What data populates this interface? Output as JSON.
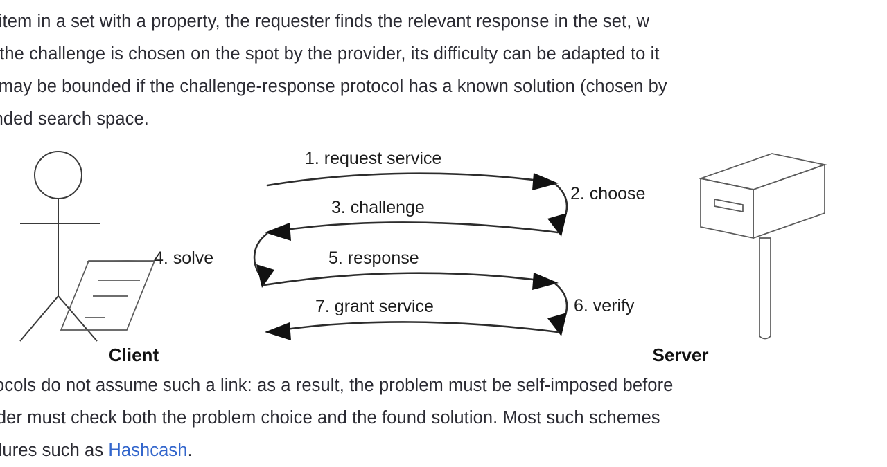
{
  "article": {
    "top_paragraph_lines": [
      "an item in a set with a property, the requester finds the relevant response in the set, w",
      "As the challenge is chosen on the spot by the provider, its difficulty can be adapted to it",
      "de may be bounded if the challenge-response protocol has a known solution (chosen by",
      "ounded search space."
    ],
    "bottom_paragraph_lines": [
      "rotocols do not assume such a link: as a result, the problem must be self-imposed before",
      "ovider must check both the problem choice and the found solution. Most such schemes"
    ],
    "bottom_last_line": {
      "before_link": "cedures such as ",
      "link_text": "Hashcash",
      "after_link": "."
    },
    "link_color": "#3366cc",
    "text_color": "#2b2b33"
  },
  "figure": {
    "caption_left": "Client",
    "caption_right": "Server",
    "client_icon": "stick-figure-icon",
    "client_document_icon": "document-icon",
    "server_icon": "mailbox-server-icon",
    "line_color": "#2c2c2c",
    "steps": [
      {
        "id": 1,
        "label": "1. request service",
        "direction": "client-to-server"
      },
      {
        "id": 2,
        "label": "2. choose",
        "direction": "server-internal"
      },
      {
        "id": 3,
        "label": "3. challenge",
        "direction": "server-to-client"
      },
      {
        "id": 4,
        "label": "4. solve",
        "direction": "client-internal"
      },
      {
        "id": 5,
        "label": "5. response",
        "direction": "client-to-server"
      },
      {
        "id": 6,
        "label": "6. verify",
        "direction": "server-internal"
      },
      {
        "id": 7,
        "label": "7. grant service",
        "direction": "server-to-client"
      }
    ]
  }
}
